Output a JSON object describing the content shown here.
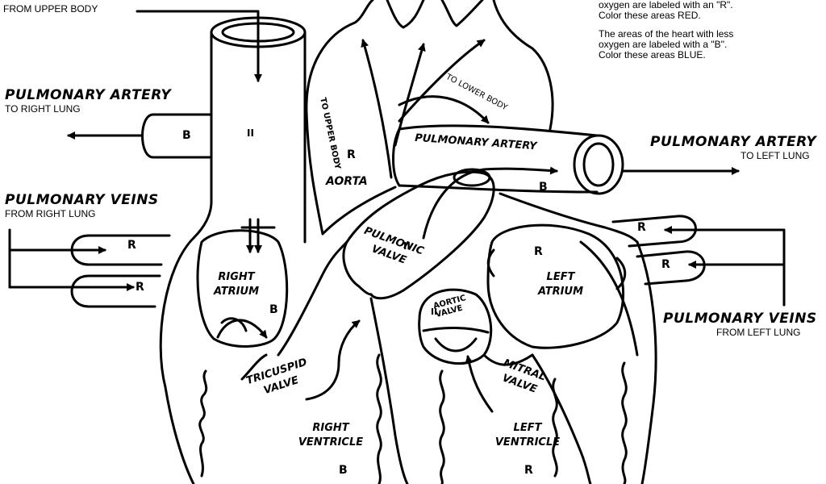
{
  "labels": {
    "from_upper_body": "FROM UPPER BODY",
    "pulmonary_artery_left_title": "PULMONARY ARTERY",
    "pulmonary_artery_left_sub": "TO RIGHT LUNG",
    "pulmonary_veins_left_title": "PULMONARY VEINS",
    "pulmonary_veins_left_sub": "FROM RIGHT LUNG",
    "pulmonary_artery_right_title": "PULMONARY ARTERY",
    "pulmonary_artery_right_sub": "TO LEFT LUNG",
    "pulmonary_veins_right_title": "PULMONARY VEINS",
    "pulmonary_veins_right_sub": "FROM LEFT LUNG",
    "pulmonary_artery_center": "PULMONARY ARTERY",
    "aorta": "AORTA",
    "to_upper_body": "TO UPPER BODY",
    "to_lower_body": "TO LOWER BODY",
    "right_atrium": "RIGHT ATRIUM",
    "left_atrium": "LEFT ATRIUM",
    "pulmonic_valve": "PULMONIC VALVE",
    "aortic_valve": "AORTIC VALVE",
    "tricuspid_valve": "TRICUSPID VALVE",
    "mitral_valve": "MITRAL VALVE",
    "right_ventricle": "RIGHT VENTRICLE",
    "left_ventricle": "LEFT VENTRICLE"
  },
  "legend": {
    "line1": "oxygen are labeled with an \"R\".",
    "line2": "Color these areas RED.",
    "line3": "The areas of the heart with less",
    "line4": "oxygen are labeled with a \"B\".",
    "line5": "Color these areas BLUE."
  },
  "markers": {
    "r": "R",
    "b": "B",
    "ii": "II"
  },
  "colors": {
    "line": "#000000",
    "background": "#ffffff"
  }
}
